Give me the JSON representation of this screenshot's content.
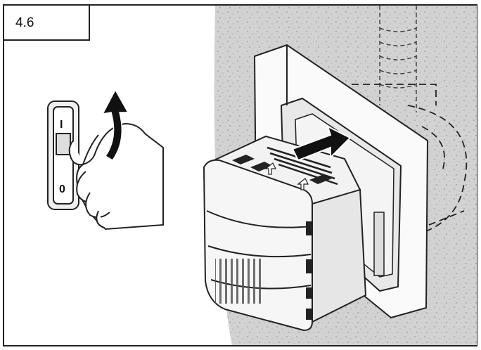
{
  "step": {
    "number": "4.6"
  },
  "icons": {
    "switch": "power-switch-icon",
    "arrow_up": "rotate-up-arrow-icon",
    "arrow_push": "push-arrow-icon"
  },
  "switch_marks": {
    "on": "I",
    "off": "0"
  },
  "colors": {
    "line": "#222222",
    "wall": "#c9c9c9",
    "dark": "#111111"
  }
}
